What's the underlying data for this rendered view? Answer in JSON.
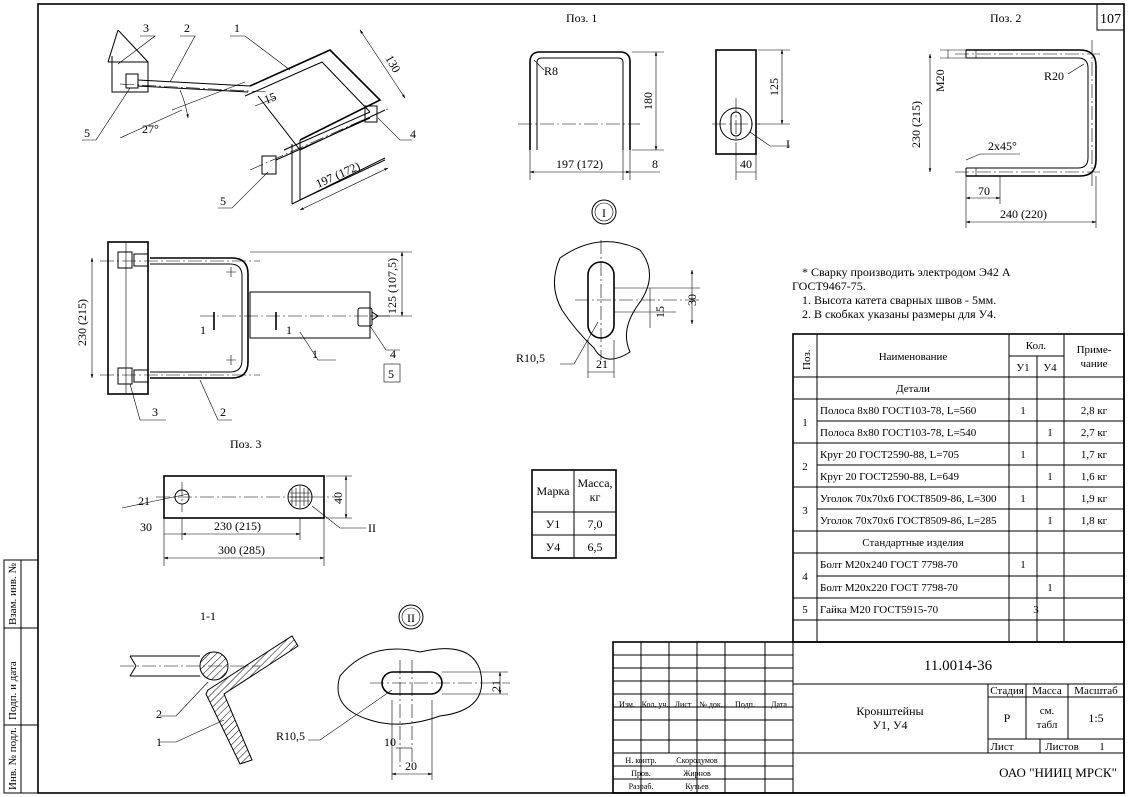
{
  "sheet": {
    "page_number": "107"
  },
  "pos1": {
    "title": "Поз. 1",
    "dim_r8": "R8",
    "dim_180": "180",
    "dim_197": "197 (172)",
    "dim_8": "8",
    "dim_125": "125",
    "dim_40": "40",
    "callout_i": "I"
  },
  "pos2": {
    "title": "Поз. 2",
    "dim_m20": "M20",
    "dim_r20": "R20",
    "dim_230": "230 (215)",
    "dim_chamfer": "2x45°",
    "dim_70": "70",
    "dim_240": "240 (220)"
  },
  "pos3": {
    "title": "Поз. 3",
    "dim_21": "21",
    "dim_40": "40",
    "dim_30": "30",
    "dim_230": "230 (215)",
    "dim_300": "300 (285)",
    "callout_ii": "II"
  },
  "iso_view": {
    "leader_3": "3",
    "leader_2": "2",
    "leader_1": "1",
    "leader_5a": "5",
    "leader_5b": "5",
    "leader_4": "4",
    "dim_130": "130",
    "dim_15": "15",
    "dim_27": "27°",
    "dim_197": "197 (172)"
  },
  "front_view": {
    "dim_230": "230 (215)",
    "dim_125": "125 (107,5)",
    "section_1a": "1",
    "section_1b": "1",
    "leader_1": "1",
    "leader_2": "2",
    "leader_3": "3",
    "leader_4": "4",
    "leader_5": "5"
  },
  "detail_i": {
    "label": "I",
    "dim_30": "30",
    "dim_15": "15",
    "dim_r": "R10,5",
    "dim_21": "21"
  },
  "detail_ii": {
    "label": "II",
    "dim_21": "21",
    "dim_r": "R10,5",
    "dim_10": "10",
    "dim_20": "20"
  },
  "section_11": {
    "label": "1-1",
    "leader_2": "2",
    "leader_1": "1"
  },
  "notes": [
    "* Сварку производить электродом Э42 А",
    "ГОСТ9467-75.",
    "1. Высота катета сварных швов - 5мм.",
    "2. В скобках указаны размеры для У4."
  ],
  "mass_table": {
    "h_mark": "Марка",
    "h_mass1": "Масса,",
    "h_mass2": "кг",
    "rows": [
      {
        "mark": "У1",
        "mass": "7,0"
      },
      {
        "mark": "У4",
        "mass": "6,5"
      }
    ]
  },
  "spec": {
    "h_pos": "Поз.",
    "h_name": "Наименование",
    "h_qty": "Кол.",
    "h_u1": "У1",
    "h_u4": "У4",
    "h_note1": "Приме-",
    "h_note2": "чание",
    "section_details": "Детали",
    "section_std": "Стандартные изделия",
    "rows": [
      {
        "pos": "1",
        "name": "Полоса 8x80 ГОСТ103-78, L=560",
        "u1": "1",
        "u4": "",
        "note": "2,8 кг"
      },
      {
        "pos": "",
        "name": "Полоса 8x80 ГОСТ103-78, L=540",
        "u1": "",
        "u4": "1",
        "note": "2,7 кг"
      },
      {
        "pos": "2",
        "name": "Круг 20 ГОСТ2590-88, L=705",
        "u1": "1",
        "u4": "",
        "note": "1,7 кг"
      },
      {
        "pos": "",
        "name": "Круг 20 ГОСТ2590-88, L=649",
        "u1": "",
        "u4": "1",
        "note": "1,6 кг"
      },
      {
        "pos": "3",
        "name": "Уголок 70x70x6 ГОСТ8509-86, L=300",
        "u1": "1",
        "u4": "",
        "note": "1,9 кг"
      },
      {
        "pos": "",
        "name": "Уголок 70x70x6 ГОСТ8509-86, L=285",
        "u1": "",
        "u4": "1",
        "note": "1,8 кг"
      },
      {
        "pos": "4",
        "name": "Болт М20x240 ГОСТ 7798-70",
        "u1": "1",
        "u4": "",
        "note": ""
      },
      {
        "pos": "",
        "name": "Болт М20x220 ГОСТ 7798-70",
        "u1": "",
        "u4": "1",
        "note": ""
      },
      {
        "pos": "5",
        "name": "Гайка М20 ГОСТ5915-70",
        "u1": "3",
        "u4": "",
        "note": ""
      }
    ]
  },
  "title_block": {
    "doc_code": "11.0014-36",
    "product1": "Кронштейны",
    "product2": "У1, У4",
    "h_stage": "Стадия",
    "h_mass": "Масса",
    "h_scale": "Масштаб",
    "stage": "Р",
    "mass1": "см.",
    "mass2": "табл",
    "scale": "1:5",
    "h_sheet": "Лист",
    "h_sheets": "Листов",
    "sheets": "1",
    "company": "ОАО \"НИИЦ МРСК\"",
    "h_izm": "Изм.",
    "h_kolu": "Кол. уч.",
    "h_list": "Лист",
    "h_ndok": "№ док.",
    "h_podp": "Подп.",
    "h_data": "Дата",
    "roles": [
      {
        "role": "Н. контр.",
        "name": "Скородумов"
      },
      {
        "role": "Пров.",
        "name": "Жирнов"
      },
      {
        "role": "Разраб.",
        "name": "Кутьев"
      }
    ]
  },
  "side_stamp": {
    "f1": "Взам. инв. №",
    "f2": "Подп. и дата",
    "f3": "Инв. № подл."
  }
}
